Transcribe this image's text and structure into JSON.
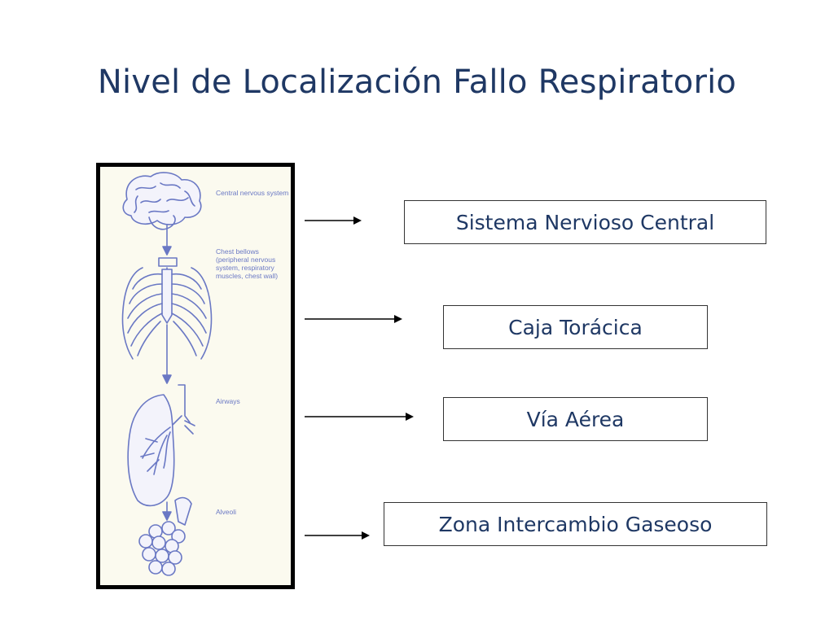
{
  "title": "Nivel de Localización Fallo Respiratorio",
  "illustration": {
    "captions": {
      "cns": "Central nervous system",
      "chest": "Chest bellows (peripheral nervous system, respiratory muscles, chest wall)",
      "airways": "Airways",
      "alveoli": "Alveoli"
    },
    "stroke_color": "#6a78c4"
  },
  "levels": [
    {
      "label": "Sistema Nervioso Central"
    },
    {
      "label": "Caja Torácica"
    },
    {
      "label": "Vía Aérea"
    },
    {
      "label": "Zona Intercambio Gaseoso"
    }
  ]
}
